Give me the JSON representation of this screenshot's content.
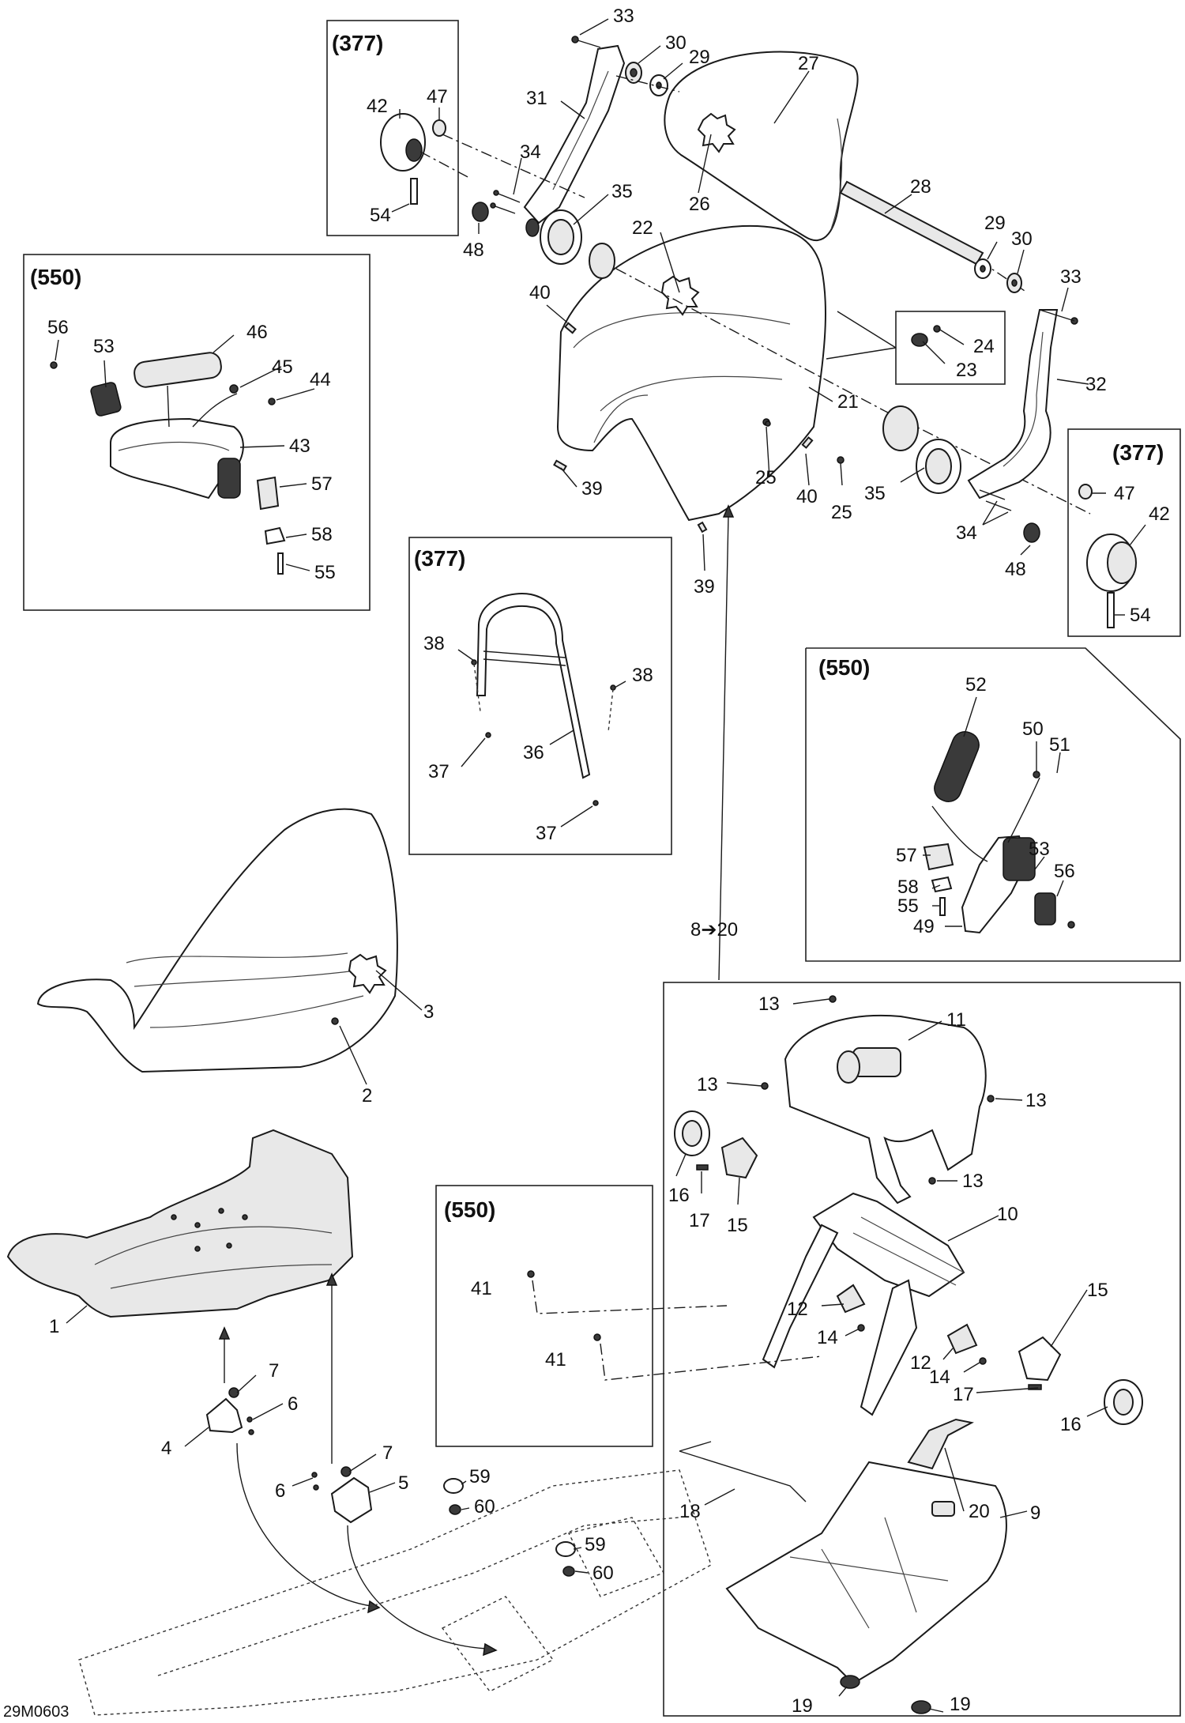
{
  "diagram": {
    "drawing_code": "29M0603",
    "boxes": {
      "box_377_top": "(377)",
      "box_550_left": "(550)",
      "box_377_right": "(377)",
      "box_377_middle": "(377)",
      "box_550_right": "(550)",
      "box_550_lower": "(550)"
    },
    "range_label": "8➔20",
    "callouts": [
      {
        "id": "c33a",
        "text": "33"
      },
      {
        "id": "c30a",
        "text": "30"
      },
      {
        "id": "c29a",
        "text": "29"
      },
      {
        "id": "c27",
        "text": "27"
      },
      {
        "id": "c31",
        "text": "31"
      },
      {
        "id": "c42a",
        "text": "42"
      },
      {
        "id": "c47a",
        "text": "47"
      },
      {
        "id": "c34a",
        "text": "34"
      },
      {
        "id": "c35a",
        "text": "35"
      },
      {
        "id": "c26",
        "text": "26"
      },
      {
        "id": "c54a",
        "text": "54"
      },
      {
        "id": "c48a",
        "text": "48"
      },
      {
        "id": "c22",
        "text": "22"
      },
      {
        "id": "c28",
        "text": "28"
      },
      {
        "id": "c29b",
        "text": "29"
      },
      {
        "id": "c30b",
        "text": "30"
      },
      {
        "id": "c33b",
        "text": "33"
      },
      {
        "id": "c40a",
        "text": "40"
      },
      {
        "id": "c24",
        "text": "24"
      },
      {
        "id": "c23",
        "text": "23"
      },
      {
        "id": "c32",
        "text": "32"
      },
      {
        "id": "c21",
        "text": "21"
      },
      {
        "id": "c39a",
        "text": "39"
      },
      {
        "id": "c25a",
        "text": "25"
      },
      {
        "id": "c40b",
        "text": "40"
      },
      {
        "id": "c25b",
        "text": "25"
      },
      {
        "id": "c35b",
        "text": "35"
      },
      {
        "id": "c47b",
        "text": "47"
      },
      {
        "id": "c42b",
        "text": "42"
      },
      {
        "id": "c34b",
        "text": "34"
      },
      {
        "id": "c48b",
        "text": "48"
      },
      {
        "id": "c39b",
        "text": "39"
      },
      {
        "id": "c54b",
        "text": "54"
      },
      {
        "id": "c56a",
        "text": "56"
      },
      {
        "id": "c53a",
        "text": "53"
      },
      {
        "id": "c46",
        "text": "46"
      },
      {
        "id": "c45",
        "text": "45"
      },
      {
        "id": "c44",
        "text": "44"
      },
      {
        "id": "c43",
        "text": "43"
      },
      {
        "id": "c57a",
        "text": "57"
      },
      {
        "id": "c58a",
        "text": "58"
      },
      {
        "id": "c55a",
        "text": "55"
      },
      {
        "id": "c38a",
        "text": "38"
      },
      {
        "id": "c38b",
        "text": "38"
      },
      {
        "id": "c37a",
        "text": "37"
      },
      {
        "id": "c36",
        "text": "36"
      },
      {
        "id": "c37b",
        "text": "37"
      },
      {
        "id": "c52",
        "text": "52"
      },
      {
        "id": "c50",
        "text": "50"
      },
      {
        "id": "c51",
        "text": "51"
      },
      {
        "id": "c57b",
        "text": "57"
      },
      {
        "id": "c53b",
        "text": "53"
      },
      {
        "id": "c56b",
        "text": "56"
      },
      {
        "id": "c58b",
        "text": "58"
      },
      {
        "id": "c55b",
        "text": "55"
      },
      {
        "id": "c49",
        "text": "49"
      },
      {
        "id": "c3",
        "text": "3"
      },
      {
        "id": "c2",
        "text": "2"
      },
      {
        "id": "c13a",
        "text": "13"
      },
      {
        "id": "c11",
        "text": "11"
      },
      {
        "id": "c13b",
        "text": "13"
      },
      {
        "id": "c13c",
        "text": "13"
      },
      {
        "id": "c13d",
        "text": "13"
      },
      {
        "id": "c16a",
        "text": "16"
      },
      {
        "id": "c17a",
        "text": "17"
      },
      {
        "id": "c15a",
        "text": "15"
      },
      {
        "id": "c10",
        "text": "10"
      },
      {
        "id": "c1",
        "text": "1"
      },
      {
        "id": "c41a",
        "text": "41"
      },
      {
        "id": "c41b",
        "text": "41"
      },
      {
        "id": "c12a",
        "text": "12"
      },
      {
        "id": "c14a",
        "text": "14"
      },
      {
        "id": "c15b",
        "text": "15"
      },
      {
        "id": "c12b",
        "text": "12"
      },
      {
        "id": "c14b",
        "text": "14"
      },
      {
        "id": "c17b",
        "text": "17"
      },
      {
        "id": "c16b",
        "text": "16"
      },
      {
        "id": "c7a",
        "text": "7"
      },
      {
        "id": "c6a",
        "text": "6"
      },
      {
        "id": "c4",
        "text": "4"
      },
      {
        "id": "c7b",
        "text": "7"
      },
      {
        "id": "c5",
        "text": "5"
      },
      {
        "id": "c6b",
        "text": "6"
      },
      {
        "id": "c20",
        "text": "20"
      },
      {
        "id": "c59a",
        "text": "59"
      },
      {
        "id": "c60a",
        "text": "60"
      },
      {
        "id": "c18",
        "text": "18"
      },
      {
        "id": "c9",
        "text": "9"
      },
      {
        "id": "c59b",
        "text": "59"
      },
      {
        "id": "c60b",
        "text": "60"
      },
      {
        "id": "c19a",
        "text": "19"
      },
      {
        "id": "c19b",
        "text": "19"
      }
    ]
  }
}
